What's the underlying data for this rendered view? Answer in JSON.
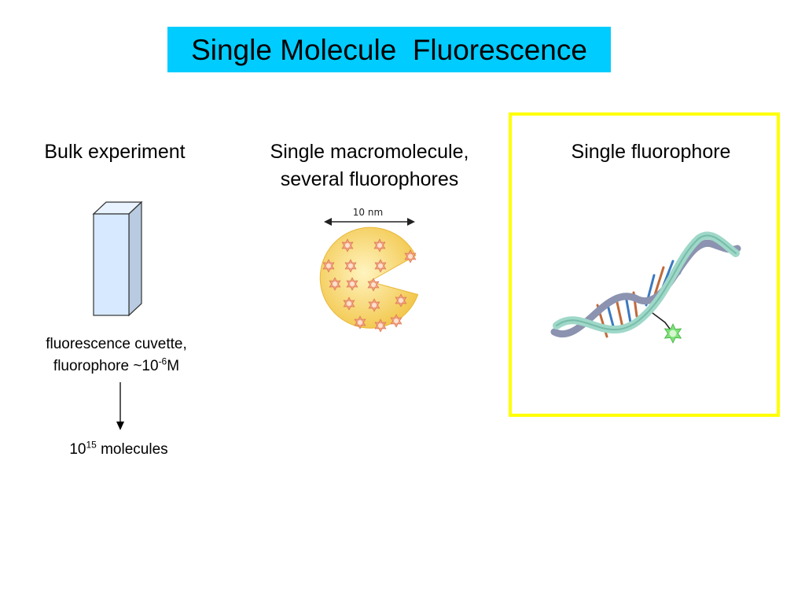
{
  "title": "Single Molecule  Fluorescence",
  "panels": {
    "bulk": {
      "heading": "Bulk experiment",
      "caption_line1": "fluorescence cuvette,",
      "caption_line2_prefix": "fluorophore ~10",
      "caption_line2_exp": "-6",
      "caption_line2_suffix": "M",
      "result_base": "10",
      "result_exp": "15",
      "result_suffix": " molecules"
    },
    "macromolecule": {
      "heading_line1": "Single macromolecule,",
      "heading_line2": "several fluorophores",
      "scale_label": "10 nm"
    },
    "single": {
      "heading": "Single fluorophore"
    }
  },
  "colors": {
    "title_background": "#00ccff",
    "highlight_frame": "#ffff00",
    "cuvette_fill": "#d6e9ff",
    "macromolecule_fill": "#f5cf5a",
    "fluorophore_star": "#f0a080",
    "dna_strand": "#9fd8c8",
    "dna_backbone": "#8c93b0",
    "single_fluorophore": "#7de07a"
  }
}
